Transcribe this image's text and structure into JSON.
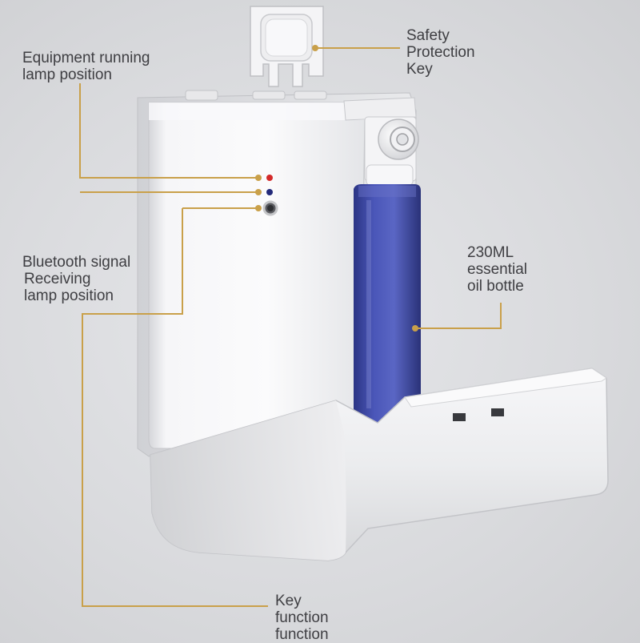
{
  "labels": {
    "equipment_running": [
      "Equipment running",
      "lamp position"
    ],
    "bluetooth": [
      "Bluetooth signal",
      "Receiving",
      "lamp position"
    ],
    "safety_key": [
      "Safety",
      "Protection",
      "Key"
    ],
    "oil_bottle": [
      "230ML",
      "essential",
      "oil bottle"
    ],
    "key_function": [
      "Key",
      "function",
      "function"
    ]
  },
  "colors": {
    "leader_line": "#c9a04a",
    "label_text": "#3e3e42",
    "bottle": "#3d48a8",
    "running_lamp": "#d42a2a",
    "bluetooth_lamp": "#232a7a",
    "device_body": "#f3f3f5"
  }
}
